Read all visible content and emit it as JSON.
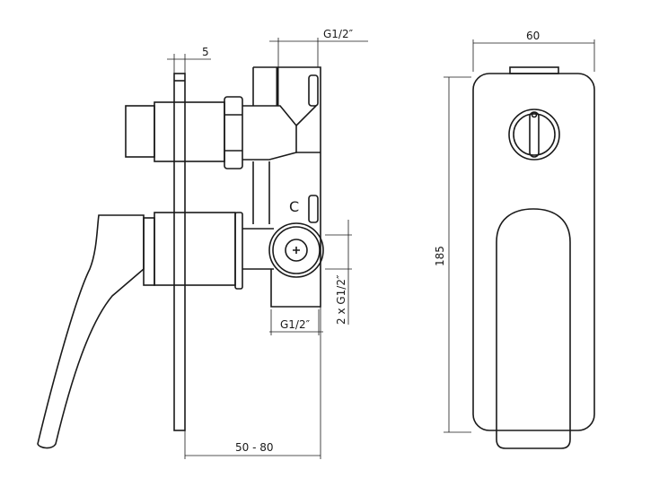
{
  "side_view": {
    "plate_thickness_label": "5",
    "top_port_label": "G1/2″",
    "bottom_port_label": "G1/2″",
    "outlets_label": "2 x G1/2″",
    "depth_label": "50 - 80",
    "marking": "C"
  },
  "front_view": {
    "width_label": "60",
    "height_label": "185"
  }
}
